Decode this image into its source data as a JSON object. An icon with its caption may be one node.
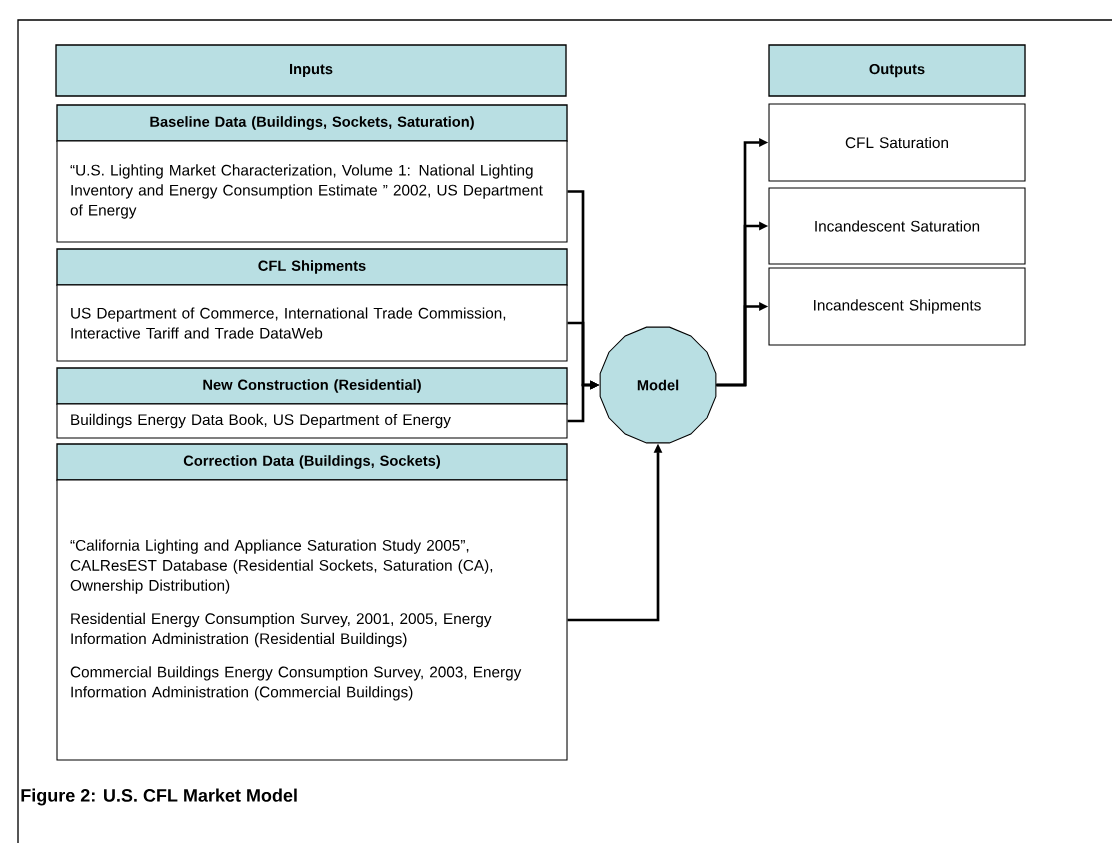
{
  "diagram": {
    "caption": "Figure 2: U.S. CFL Market Model",
    "nodes": [
      {
        "text": [
          "Inputs"
        ]
      },
      {
        "text": [
          "Baseline Data (Buildings, Sockets, Saturation)"
        ]
      },
      {
        "text": [
          "“U.S. Lighting Market Characterization, Volume 1: National Lighting Inventory and Energy Consumption Estimate ” 2002, US Department of Energy"
        ]
      },
      {
        "text": [
          "CFL Shipments"
        ]
      },
      {
        "text": [
          "US Department of Commerce, International Trade Commission, Interactive Tariff and Trade DataWeb"
        ]
      },
      {
        "text": [
          "New Construction (Residential)"
        ]
      },
      {
        "text": [
          "Buildings Energy Data Book, US Department of Energy"
        ]
      },
      {
        "text": [
          "Correction Data (Buildings, Sockets)"
        ]
      },
      {
        "text": [
          "“California Lighting and Appliance Saturation Study 2005”, CALResEST Database (Residential Sockets, Saturation (CA), Ownership Distribution)",
          "Residential Energy Consumption Survey, 2001, 2005, Energy Information Administration (Residential Buildings)",
          "Commercial Buildings Energy Consumption Survey, 2003, Energy Information Administration (Commercial Buildings)"
        ]
      },
      {
        "text": [
          "Model"
        ]
      },
      {
        "text": [
          "Outputs"
        ]
      },
      {
        "text": [
          "CFL Saturation"
        ]
      },
      {
        "text": [
          "Incandescent Saturation"
        ]
      },
      {
        "text": [
          "Incandescent Shipments"
        ]
      }
    ],
    "edges": [
      {
        "from": 2,
        "to": 9,
        "arrow": "to"
      },
      {
        "from": 4,
        "to": 9,
        "arrow": "to"
      },
      {
        "from": 6,
        "to": 9,
        "arrow": "to"
      },
      {
        "from": 8,
        "to": 9,
        "arrow": "to"
      },
      {
        "from": 9,
        "to": 11,
        "arrow": "to"
      },
      {
        "from": 9,
        "to": 12,
        "arrow": "to"
      },
      {
        "from": 9,
        "to": 13,
        "arrow": "to"
      }
    ]
  }
}
